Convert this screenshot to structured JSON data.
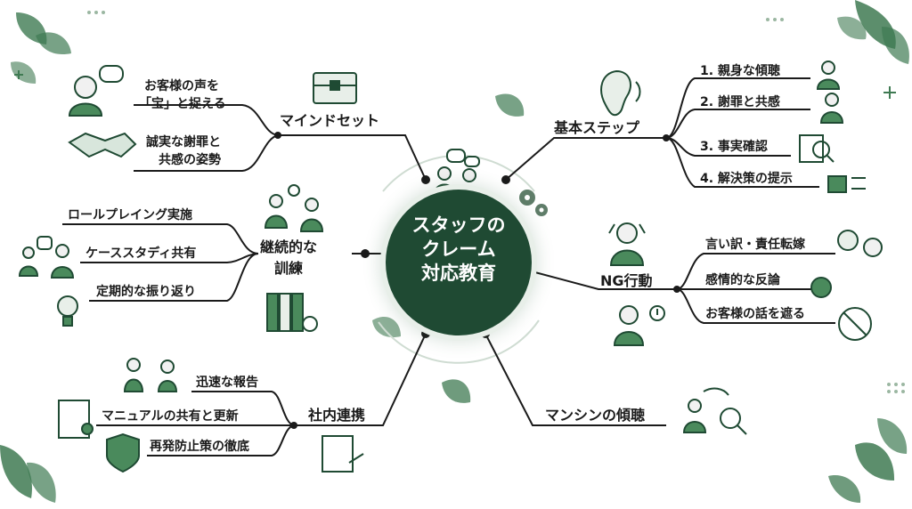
{
  "center": {
    "line1": "スタッフの",
    "line2": "クレーム",
    "line3": "対応教育"
  },
  "branches": {
    "mindset": {
      "label": "マインドセット",
      "leaf1_line1": "お客様の声を",
      "leaf1_line2": "「宝」と捉える",
      "leaf2_line1": "誠実な謝罪と",
      "leaf2_line2": "共感の姿勢"
    },
    "basic_steps": {
      "label": "基本ステップ",
      "items": [
        "1. 親身な傾聴",
        "2. 謝罪と共感",
        "3. 事実確認",
        "4. 解決策の提示"
      ]
    },
    "training": {
      "label_line1": "継続的な",
      "label_line2": "訓練",
      "items": [
        "ロールプレイング実施",
        "ケーススタディ共有",
        "定期的な振り返り"
      ]
    },
    "ng": {
      "label": "NG行動",
      "items": [
        "言い訳・責任転嫁",
        "感情的な反論",
        "お客様の話を遮る"
      ]
    },
    "collaboration": {
      "label": "社内連携",
      "items": [
        "迅速な報告",
        "マニュアルの共有と更新",
        "再発防止策の徹底"
      ]
    },
    "listening": {
      "label": "マンシンの傾聴"
    }
  },
  "colors": {
    "primary": "#1f4a33",
    "leaf": "#4a8a5c",
    "line": "#1a1a1a",
    "accent": "#6aa878"
  }
}
